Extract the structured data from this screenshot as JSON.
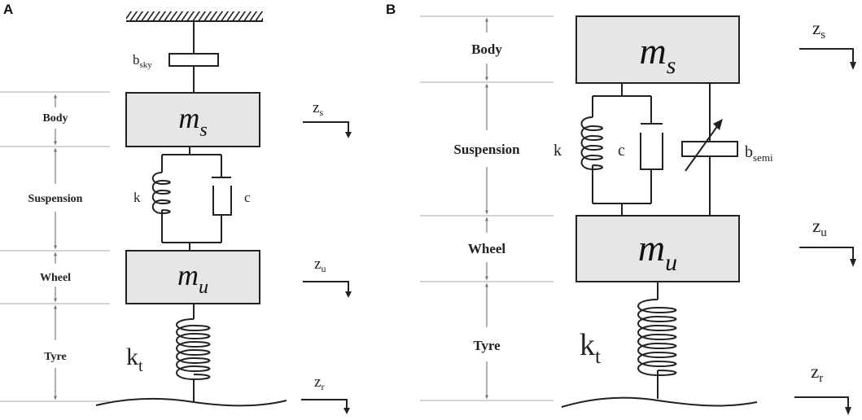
{
  "panel_a": {
    "letter": "A",
    "regions": {
      "body": "Body",
      "suspension": "Suspension",
      "wheel": "Wheel",
      "tyre": "Tyre"
    },
    "damper_sky": {
      "main": "b",
      "sub": "sky"
    },
    "sprung_mass": {
      "main": "m",
      "sub": "s"
    },
    "unsprung_mass": {
      "main": "m",
      "sub": "u"
    },
    "spring_label": "k",
    "damper_label": "c",
    "tyre_stiffness": {
      "main": "k",
      "sub": "t"
    },
    "disp_s": {
      "main": "z",
      "sub": "s"
    },
    "disp_u": {
      "main": "z",
      "sub": "u"
    },
    "disp_r": {
      "main": "z",
      "sub": "r"
    }
  },
  "panel_b": {
    "letter": "B",
    "regions": {
      "body": "Body",
      "suspension": "Suspension",
      "wheel": "Wheel",
      "tyre": "Tyre"
    },
    "sprung_mass": {
      "main": "m",
      "sub": "s"
    },
    "unsprung_mass": {
      "main": "m",
      "sub": "u"
    },
    "spring_label": "k",
    "damper_label": "c",
    "damper_semi": {
      "main": "b",
      "sub": "semi"
    },
    "tyre_stiffness": {
      "main": "k",
      "sub": "t"
    },
    "disp_s": {
      "main": "z",
      "sub": "s"
    },
    "disp_u": {
      "main": "z",
      "sub": "u"
    },
    "disp_r": {
      "main": "z",
      "sub": "r"
    }
  }
}
